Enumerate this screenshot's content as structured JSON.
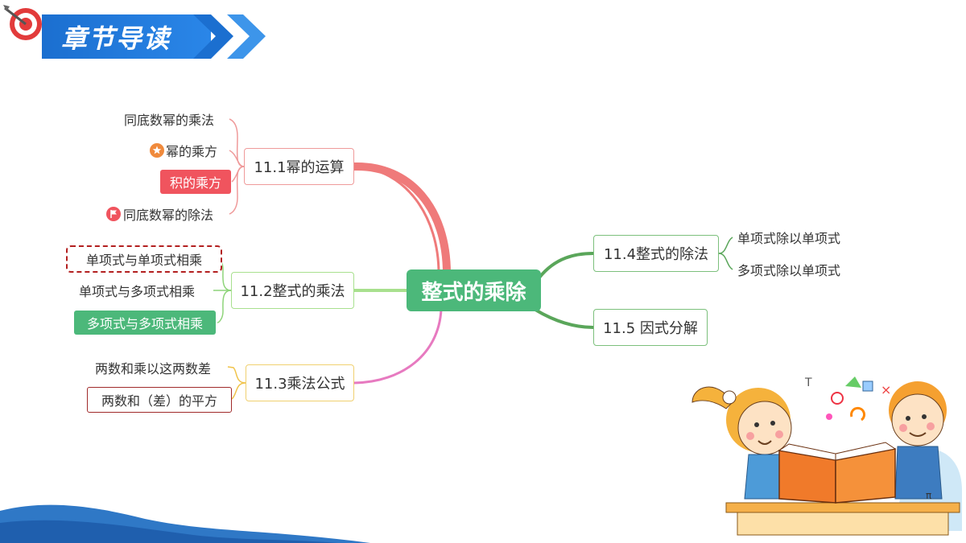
{
  "header": {
    "title": "章节导读"
  },
  "mindmap": {
    "center": "整式的乘除",
    "b1": {
      "title": "11.1幂的运算",
      "items": [
        "同底数幂的乘法",
        "幂的乘方",
        "积的乘方",
        "同底数幂的除法"
      ]
    },
    "b2": {
      "title": "11.2整式的乘法",
      "items": [
        "单项式与单项式相乘",
        "单项式与多项式相乘",
        "多项式与多项式相乘"
      ]
    },
    "b3": {
      "title": "11.3乘法公式",
      "items": [
        "两数和乘以这两数差",
        "两数和（差）的平方"
      ]
    },
    "b4": {
      "title": "11.4整式的除法",
      "items": [
        "单项式除以单项式",
        "多项式除以单项式"
      ]
    },
    "b5": {
      "title": "11.5 因式分解"
    }
  },
  "colors": {
    "center": "#4cb87a",
    "b1": "#ef7a7a",
    "b2": "#8ed47a",
    "b3": "#f0c34a",
    "b4": "#5aa65a",
    "b5": "#5aa65a",
    "accent_blue": "#1b6fd0",
    "red_pill": "#f0545e",
    "green_pill": "#4cb87a"
  },
  "icons": {
    "header_icon": "dart-target-icon",
    "star": "star-badge-icon",
    "flag": "flag-badge-icon",
    "illustration": "kids-reading-book-illustration"
  }
}
